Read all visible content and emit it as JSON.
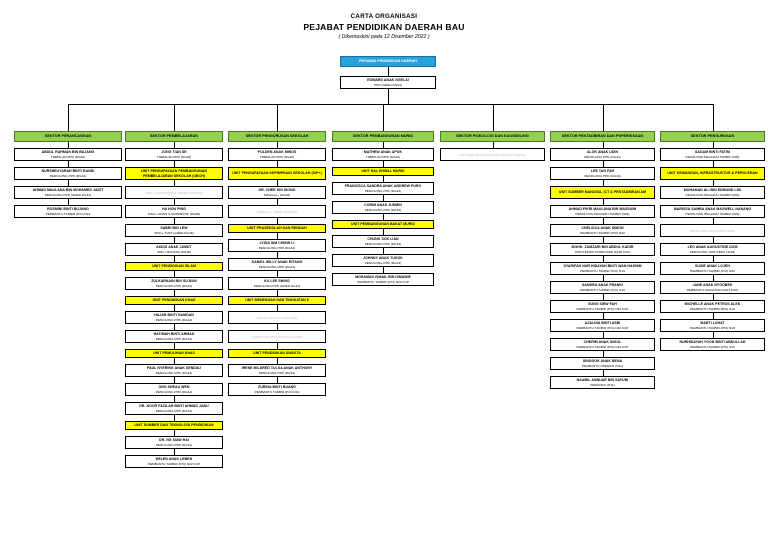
{
  "header": {
    "line1": "CARTA ORGANISASI",
    "line2": "PEJABAT PENDIDIKAN DAERAH BAU",
    "line3": "( Dikemaskini pada 12 Disember 2022 )"
  },
  "top": {
    "title": "PEGAWAI PENDIDIKAN DAERAH",
    "head_name": "EDWARD ANAK NGELAI",
    "head_post": "PPD (GRED DG54)"
  },
  "colors": {
    "sector": "#92d050",
    "unit": "#ffff00",
    "top": "#29a3dd",
    "box": "#ffffff",
    "line": "#000000"
  },
  "columns": [
    {
      "id": "perancangan",
      "sector": "SEKTOR PERANCANGAN",
      "nodes": [
        {
          "kind": "person",
          "name": "ABDUL RAHMAN BIN BUJANG",
          "post": "TIMBALAN PPD (DG48)"
        },
        {
          "kind": "person",
          "name": "NURSHEUYARAH BINTI RANDI",
          "post": "PENOLONG PPD (DG44)"
        },
        {
          "kind": "person",
          "name": "AHMAD MAULANA BIN MOHAMED JADIT",
          "post": "PENOLONG PPD (GRED DG44)"
        },
        {
          "kind": "person",
          "name": "ROSMINI BINTI BUJANG",
          "post": "PEMBANTU TADBIR (P/O) N19"
        }
      ]
    },
    {
      "id": "pembelajaran",
      "sector": "SEKTOR PEMBELAJARAN",
      "nodes": [
        {
          "kind": "person",
          "name": "JONG TIAN SE",
          "post": "TIMBALAN PPD (DG48)"
        },
        {
          "kind": "unit",
          "name": "UNIT PENGUPAYAAN PEMBANGUNAN PEMBELAJARAN SEKOLAH (UBCH)"
        },
        {
          "kind": "person",
          "name": "",
          "post": "SISC+ SAINS SOSIAL (GRED DG48/52)"
        },
        {
          "kind": "person",
          "name": "HA HON PING",
          "post": "SISC+ SAINS & MATEMATIK (DG48)"
        },
        {
          "kind": "person",
          "name": "SABRI BIN LEW",
          "post": "SISC+ TVET (GRED DG48)"
        },
        {
          "kind": "person",
          "name": "AKIDS ANAK JAMUT",
          "post": "SISC+ BAHASA (DG48)"
        },
        {
          "kind": "unit",
          "name": "UNIT PENDIDIKAN ISLAM"
        },
        {
          "kind": "person",
          "name": "ZULKARNAIN BIN SU-BUN",
          "post": "PENOLONG PPD (DG44)"
        },
        {
          "kind": "unit",
          "name": "UNIT PENDIDIKAN KHAS"
        },
        {
          "kind": "person",
          "name": "HAJAR BINTI HAMDAN",
          "post": "PENOLONG PPD (DG44)"
        },
        {
          "kind": "person",
          "name": "HATIMAH BINTI AHMAD",
          "post": "PENOLONG PPD (DG44)"
        },
        {
          "kind": "unit",
          "name": "UNIT PEMULIHAN KHAS"
        },
        {
          "kind": "person",
          "name": "PAUL NYERING ANAK SENDAU",
          "post": "PENOLONG PPD (DG44)"
        },
        {
          "kind": "person",
          "name": "ONG SHEAU WEN",
          "post": "PENOLONG PPD (DG44)"
        },
        {
          "kind": "person",
          "name": "DR. NOOR FAZILAH BINTI AHMAD JANU",
          "post": "PENOLONG PPD (DG44)"
        },
        {
          "kind": "unit",
          "name": "UNIT SUMBER DAN TEKNOLOGI PENDIDIKAN"
        },
        {
          "kind": "person",
          "name": "DR. NG SIAW HAI",
          "post": "PENOLONG PPD (DG44)"
        },
        {
          "kind": "person",
          "name": "HELEN ANAK LEBEN",
          "post": "PEMBANTU TADBIR (P/O) N22 KUP"
        }
      ]
    },
    {
      "id": "pengurusan-sekolah",
      "sector": "SEKTOR PENGURUSAN SEKOLAH",
      "nodes": [
        {
          "kind": "person",
          "name": "POLDEN ANAK MINOS",
          "post": "TIMBALAN PPD (DG48)"
        },
        {
          "kind": "unit",
          "name": "UNIT PENGUPAYAAN KEPIMPINAN SEKOLAH (SIP+)"
        },
        {
          "kind": "person",
          "name": "DR. CHEE KIN SIONG",
          "post": "SIPartner+ (DG48)"
        },
        {
          "kind": "person",
          "name": "",
          "post": "SIPartner+ (GRED DG52/54)"
        },
        {
          "kind": "unit",
          "name": "UNIT PRASEKOLAH DAN RENDAH"
        },
        {
          "kind": "person",
          "name": "LYDIA SIM CHIEW LI",
          "post": "PENOLONG PPD (DG44)"
        },
        {
          "kind": "person",
          "name": "DANIEL WILLY ANAK RITANG",
          "post": "PENOLONG PPD (DG44)"
        },
        {
          "kind": "person",
          "name": "KU LEE SHING",
          "post": "PENOLONG PPD (GRED DG44)"
        },
        {
          "kind": "unit",
          "name": "UNIT MENENGAH DAN TINGKATAN 6"
        },
        {
          "kind": "person",
          "name": "",
          "post": "PENOLONG PPD (DG44/48)"
        },
        {
          "kind": "person",
          "name": "",
          "post": "PENOLONG PPD (GRED DG44/48)"
        },
        {
          "kind": "unit",
          "name": "UNIT PENDIDIKAN SWASTA"
        },
        {
          "kind": "person",
          "name": "IRENE MILDRED TULSA ANAK ANTHONY",
          "post": "PENOLONG PPD (DG44)"
        },
        {
          "kind": "person",
          "name": "ZURINA BINTI BUANG",
          "post": "PEMBANTU TADBIR (P/O) N19"
        }
      ]
    },
    {
      "id": "pembangunan-murid",
      "sector": "SEKTOR PEMBANGUNAN MURID",
      "nodes": [
        {
          "kind": "person",
          "name": "MATHEW ANAK APOK",
          "post": "TIMBALAN PPD (DG48)"
        },
        {
          "kind": "unit",
          "name": "UNIT HAL EHWAL MURID"
        },
        {
          "kind": "person",
          "name": "FRANCISCA SANDRA ANAK ANDREW PURO",
          "post": "PENOLONG PPD (DG44)"
        },
        {
          "kind": "person",
          "name": "CORIM ANAK JUMIEN",
          "post": "PENOLONG PPD (DG44)"
        },
        {
          "kind": "unit",
          "name": "UNIT PEMBANGUNAN BAKAT MURID"
        },
        {
          "kind": "person",
          "name": "CHUNG SOK LIAN",
          "post": "PENOLONG PPD (DG44)"
        },
        {
          "kind": "person",
          "name": "JOHNNY ANAK TUKOK",
          "post": "PENOLONG PPD (DG44)"
        },
        {
          "kind": "person",
          "name": "MOHAMAD ISMAIL BIN ISMAWIE",
          "post": "PEMBANTU TADBIR (P/O) N22 KUP"
        }
      ]
    },
    {
      "id": "psikologi",
      "sector": "SEKTOR PSIKOLOGI DAN KAUNSELING",
      "nodes": [
        {
          "kind": "person",
          "name": "",
          "post": "KAUNSELOR PENDIDIKAN DAERAH (DG44)"
        }
      ]
    },
    {
      "id": "pentadbiran",
      "sector": "SEKTOR PENTADBIRAN DAN PEPERIKSAAN",
      "nodes": [
        {
          "kind": "person",
          "name": "ALOK ANAK UDIN",
          "post": "PENOLONG PPD (DG44)"
        },
        {
          "kind": "person",
          "name": "LEE TAN FAH",
          "post": "PENOLONG PPD (DG44)"
        },
        {
          "kind": "unit",
          "name": "UNIT SUMBER MANUSIA, ICT & PENTADBIRAN AM"
        },
        {
          "kind": "person",
          "name": "AHMAD FIKRI MAULANA BIN MASSUIM",
          "post": "PENOLONG PEGAWAI TADBIR (N29)"
        },
        {
          "kind": "person",
          "name": "CHELSICA ANAK SIMON",
          "post": "PEMBANTU TADBIR (P/O) N22"
        },
        {
          "kind": "person",
          "name": "MOHD. ZAMZARI BIN ABDUL KADIR",
          "post": "JURUTEKNIK KOMPUTER (FA38 KUP)"
        },
        {
          "kind": "person",
          "name": "SYARIFAH NUR HIDAYAH BINTI WAN HASHIM",
          "post": "PEMBANTU TADBIR (P/O) N19"
        },
        {
          "kind": "person",
          "name": "SANDRA ANAK FRANKI",
          "post": "PEMBANTU TADBIR (P/O) N19"
        },
        {
          "kind": "person",
          "name": "SUNG SIEW FAH",
          "post": "PEMBANTU TADBIR (P/O) N22 KUP"
        },
        {
          "kind": "person",
          "name": "AZALINA BINTI ASBI",
          "post": "PEMBANTU TADBIR (P/O) N22 KUP"
        },
        {
          "kind": "person",
          "name": "CHERIM ANAK INGOL",
          "post": "PEMBANTU TADBIR (P/O) N22 KUP"
        },
        {
          "kind": "person",
          "name": "SINGGOK ANAK BENA",
          "post": "PEMBANTU OPERASI (N11)"
        },
        {
          "kind": "person",
          "name": "NAAMIL ANNUAR BIN SAYUNI",
          "post": "PEMANDU (H11)"
        }
      ]
    },
    {
      "id": "pengurusan",
      "sector": "SEKTOR PENGURUSAN",
      "nodes": [
        {
          "kind": "person",
          "name": "SADAM BINTI FATIM",
          "post": "PENOLONG PEGAWAI TADBIR (N36)"
        },
        {
          "kind": "unit",
          "name": "UNIT KEWANGAN, INFRASTRUKTUR & PEROLEHAN"
        },
        {
          "kind": "person",
          "name": "MOHAMAD ALI BIN EDMUND LIDI",
          "post": "PENOLONG PEGAWAI TADBIR (N32)"
        },
        {
          "kind": "person",
          "name": "MARISSA SAMBA ANAK MAXWELL NANANG",
          "post": "PENOLONG PEGAWAI TADBIR (N29)"
        },
        {
          "kind": "person",
          "name": "",
          "post": "PENOLONG AKAUNTAN (W29)"
        },
        {
          "kind": "person",
          "name": "LEO ANAK AUGUSTINE DOM",
          "post": "PENOLONG JURUTERA (JA29)"
        },
        {
          "kind": "person",
          "name": "SUSIE ANAK LOJEH",
          "post": "PEMBANTU TADBIR (P/O) N22"
        },
        {
          "kind": "person",
          "name": "JANE ANAK NYGOBEK",
          "post": "PEMBANTU AKAUNTAN (W24 KUP)"
        },
        {
          "kind": "person",
          "name": "MICHELLE ANAK PETRUS ALEK",
          "post": "PEMBANTU TADBIR (B/G) N19"
        },
        {
          "kind": "person",
          "name": "MARTI LUHAT",
          "post": "PEMBANTU TADBIR (P/O) N19"
        },
        {
          "kind": "person",
          "name": "NURHIDAYAH YOON BINTI ABDULLAH",
          "post": "PEMBANTU TADBIR (P/O) N19"
        }
      ]
    }
  ]
}
